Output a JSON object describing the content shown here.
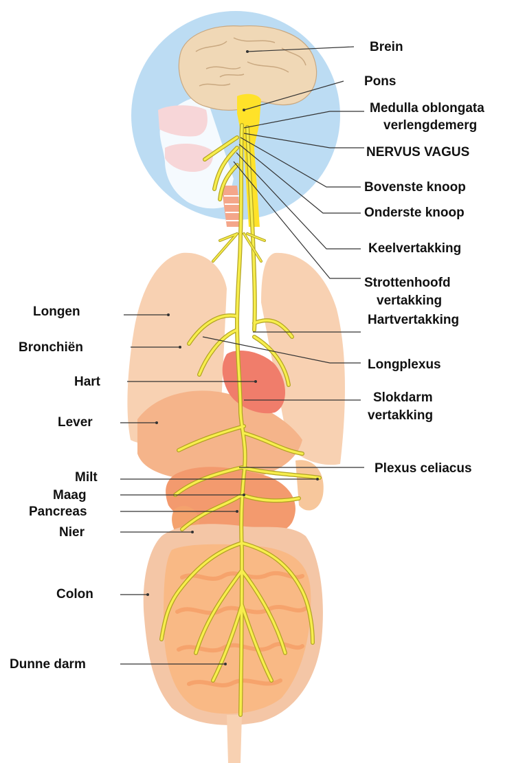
{
  "colors": {
    "head_circle": "#bcdcf3",
    "brain": "#f0d8b6",
    "brain_folds": "#c9a880",
    "spinal": "#ffe229",
    "nerve": "#f7ee4d",
    "nerve_stroke": "#b2a322",
    "lung": "#f8d1b2",
    "liver": "#f5b48a",
    "heart": "#f07d6b",
    "stomach": "#f39a6e",
    "spleen": "#f7b98a",
    "colon": "#f4c6a6",
    "intestine": "#f9b985",
    "leader": "#333333"
  },
  "right_labels": {
    "brein": "Brein",
    "pons": "Pons",
    "medulla_1": "Medulla oblongata",
    "medulla_2": "verlengdemerg",
    "vagus": "NERVUS VAGUS",
    "bovenste": "Bovenste knoop",
    "onderste": "Onderste knoop",
    "keel": "Keelvertakking",
    "strotten_1": "Strottenhoofd",
    "strotten_2": "vertakking",
    "hart_vert": "Hartvertakking",
    "longplexus": "Longplexus",
    "slokdarm_1": "Slokdarm",
    "slokdarm_2": "vertakking",
    "celiacus": "Plexus celiacus"
  },
  "left_labels": {
    "longen": "Longen",
    "bronchien": "Bronchiën",
    "hart": "Hart",
    "lever": "Lever",
    "milt": "Milt",
    "maag": "Maag",
    "pancreas": "Pancreas",
    "nier": "Nier",
    "colon": "Colon",
    "dunne_darm": "Dunne darm"
  }
}
